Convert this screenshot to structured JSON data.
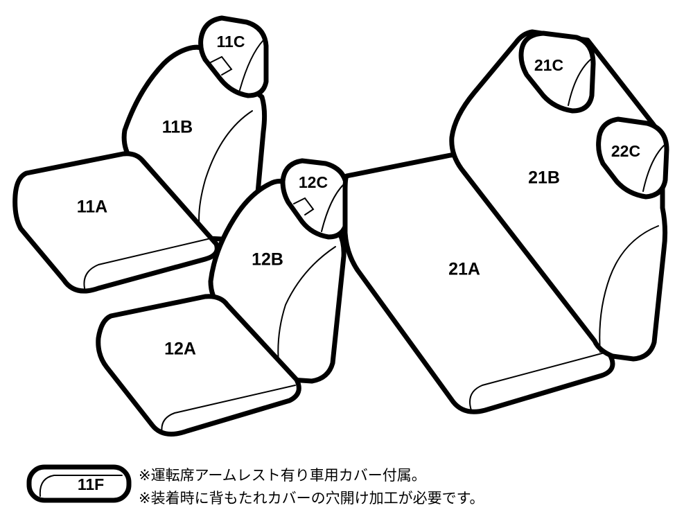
{
  "parts": {
    "p11C": "11C",
    "p11B": "11B",
    "p11A": "11A",
    "p12C": "12C",
    "p12B": "12B",
    "p12A": "12A",
    "p21C": "21C",
    "p22C": "22C",
    "p21B": "21B",
    "p21A": "21A",
    "p11F": "11F"
  },
  "notes": {
    "line1": "※運転席アームレスト有り車用カバー付属。",
    "line2": "※装着時に背もたれカバーの穴開け加工が必要です。"
  }
}
